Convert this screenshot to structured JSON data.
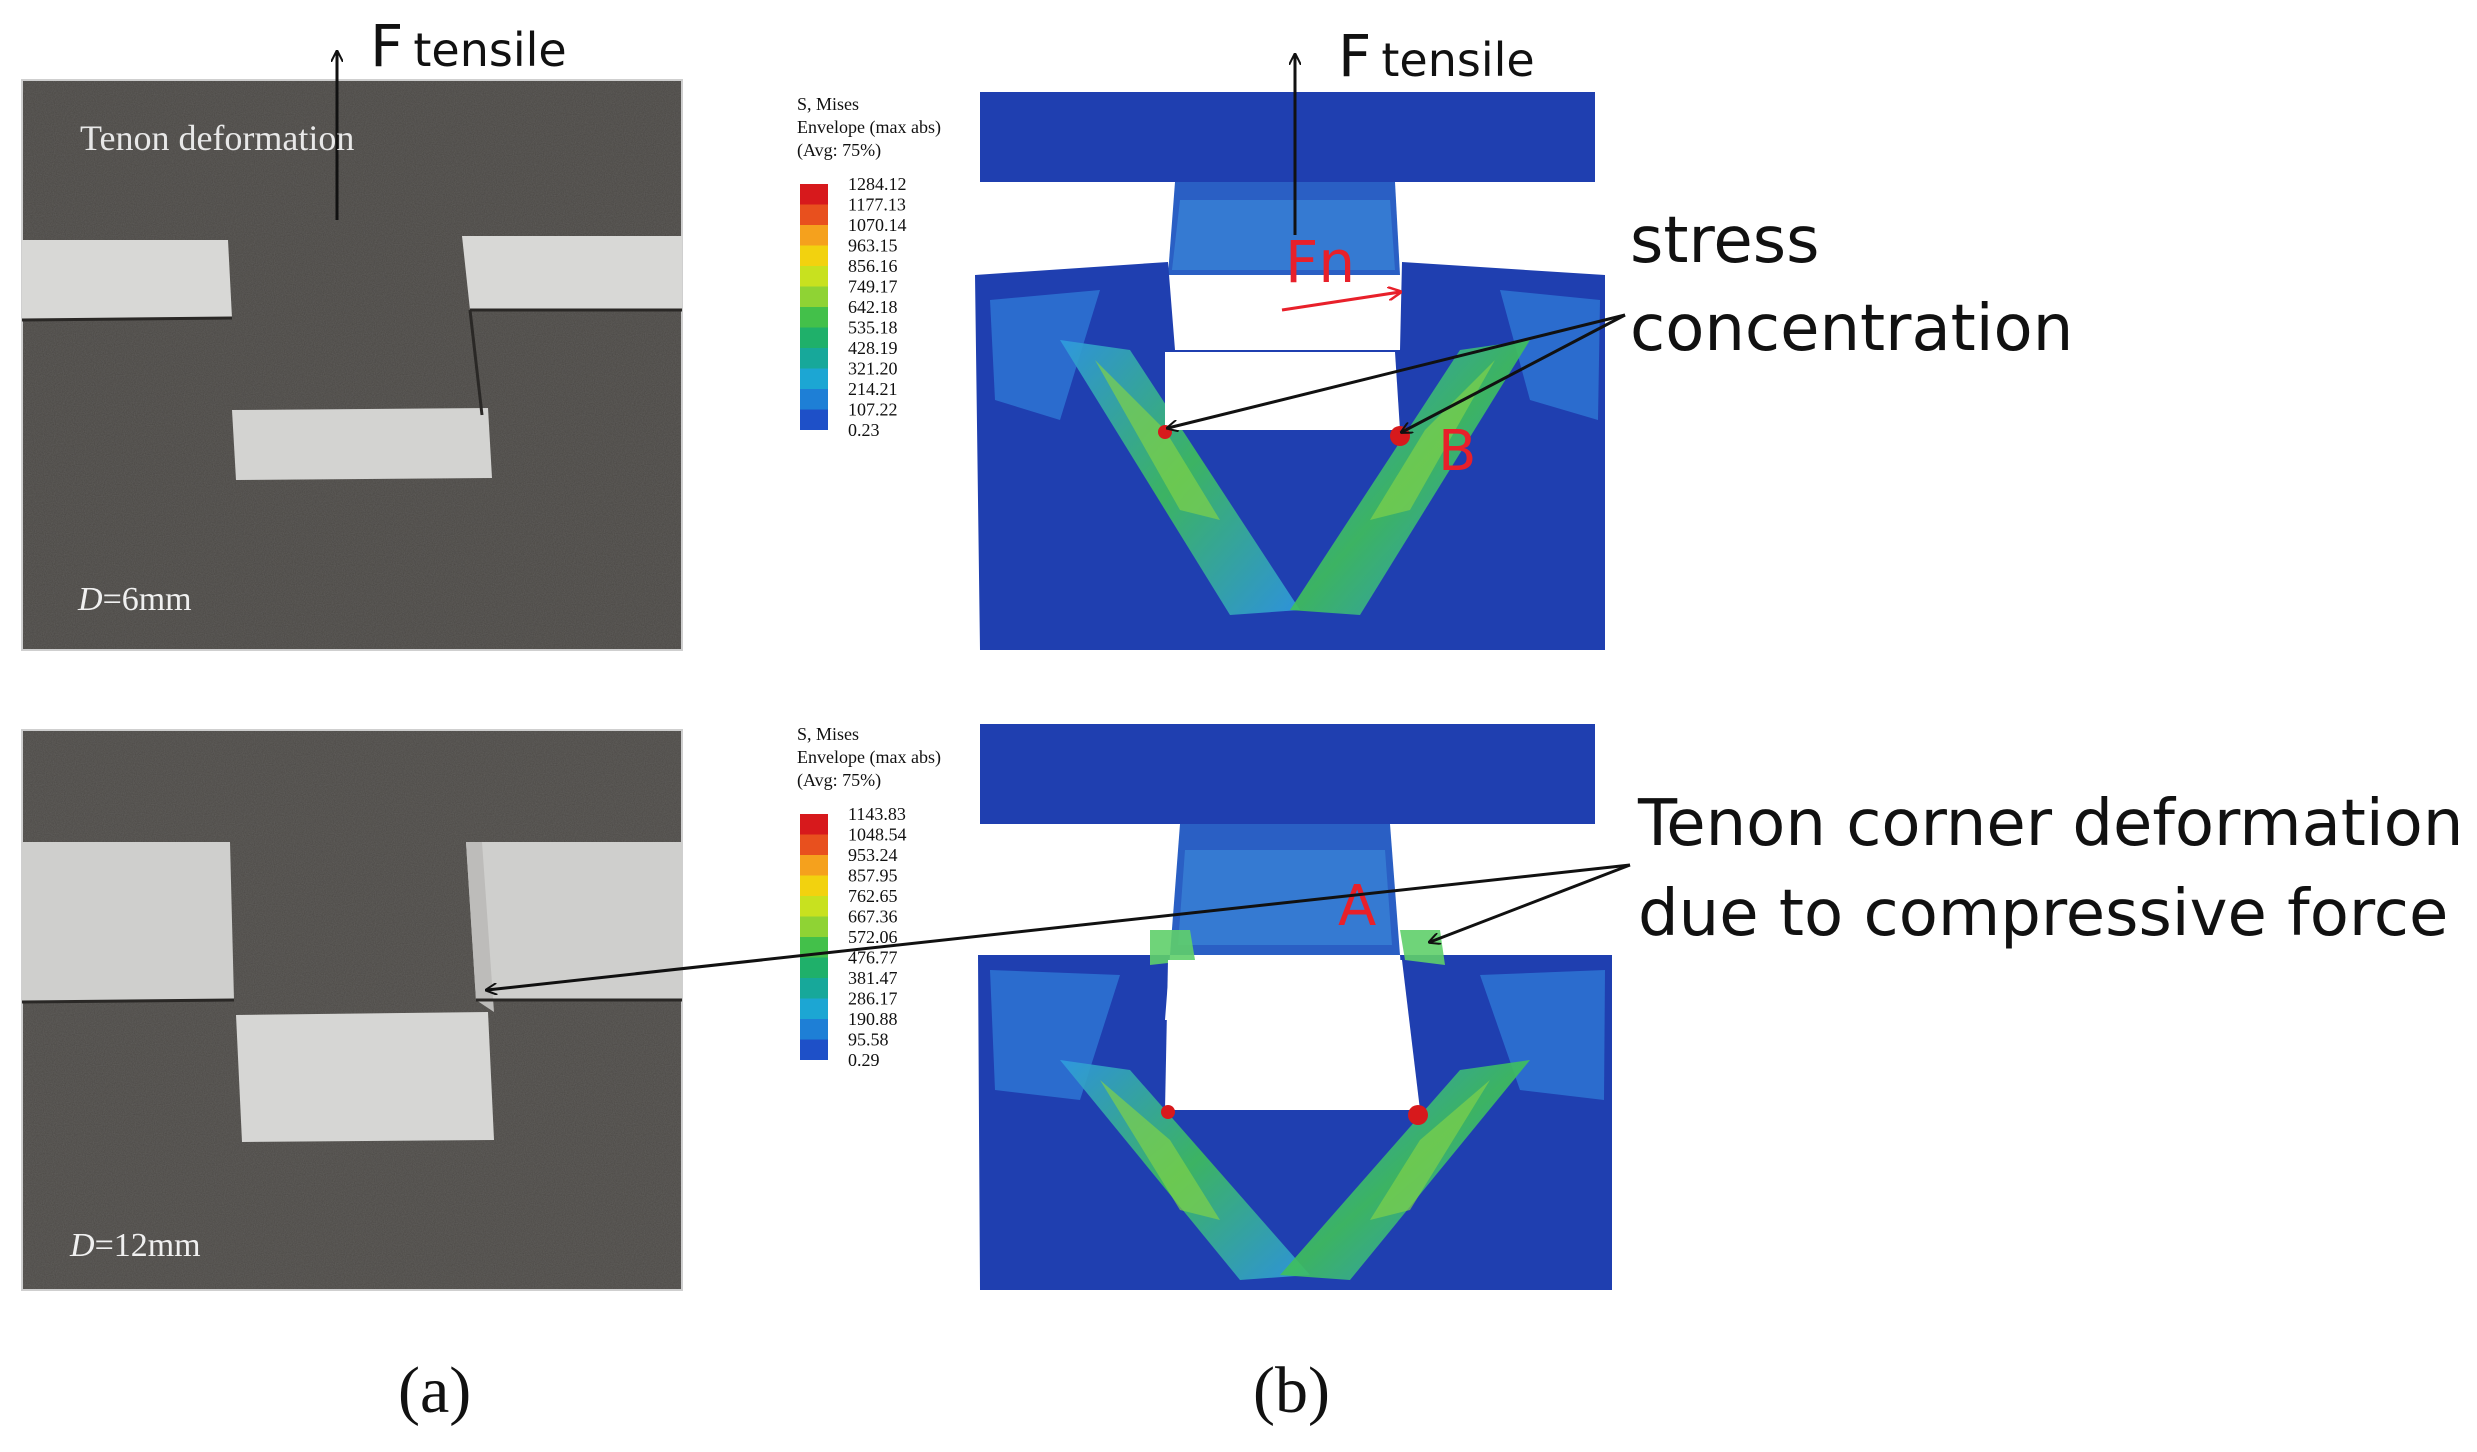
{
  "figure": {
    "top_left": {
      "force_letter": "F",
      "force_sub": "tensile",
      "caption": "Tenon deformation",
      "dim_var": "D",
      "dim_value": "=6mm"
    },
    "bottom_left": {
      "dim_var": "D",
      "dim_value": "=12mm"
    },
    "top_right": {
      "force_letter": "F",
      "force_sub": "tensile",
      "legend_title": [
        "S, Mises",
        "Envelope (max abs)",
        "(Avg: 75%)"
      ],
      "legend_values": [
        "1284.12",
        "1177.13",
        "1070.14",
        "963.15",
        "856.16",
        "749.17",
        "642.18",
        "535.18",
        "428.19",
        "321.20",
        "214.21",
        "107.22",
        "0.23"
      ],
      "label_fn": "Fn",
      "label_b": "B"
    },
    "bottom_right": {
      "legend_title": [
        "S, Mises",
        "Envelope (max abs)",
        "(Avg: 75%)"
      ],
      "legend_values": [
        "1143.83",
        "1048.54",
        "953.24",
        "857.95",
        "762.65",
        "667.36",
        "572.06",
        "476.77",
        "381.47",
        "286.17",
        "190.88",
        "95.58",
        "0.29"
      ],
      "label_a": "A"
    },
    "legend_colors": [
      "#d7191c",
      "#e8501e",
      "#f5a11d",
      "#f2d20f",
      "#c8e11f",
      "#8fd334",
      "#43c04a",
      "#1fb06a",
      "#17a89a",
      "#1ca6d3",
      "#1e7fd6",
      "#1e50c8",
      "#1f32b0"
    ],
    "annotation_stress": [
      "stress",
      "concentration"
    ],
    "annotation_tenon": [
      "Tenon corner deformation",
      "due to compressive force"
    ],
    "panel_a_label": "(a)",
    "panel_b_label": "(b)",
    "colors": {
      "fea_base": "#1f3fb0",
      "fea_light": "#2e78d6",
      "photo_wood": "#4a4744",
      "photo_light": "#d8d8d6",
      "annotation_red": "#e8202a"
    }
  }
}
